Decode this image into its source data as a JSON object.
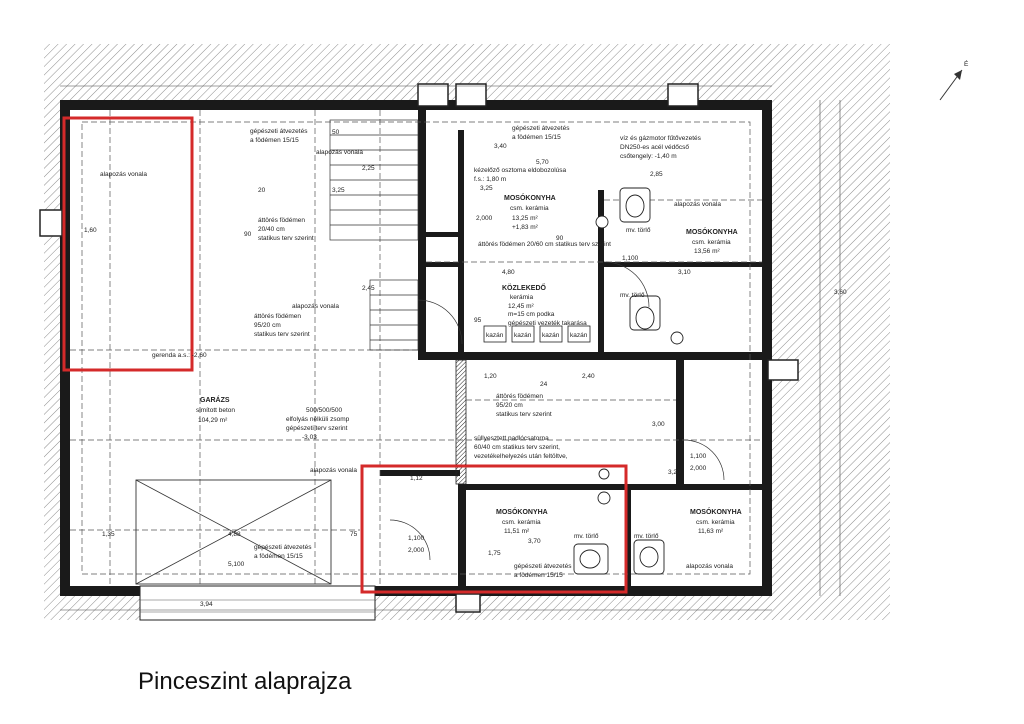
{
  "caption": "Pinceszint alaprajza",
  "colors": {
    "highlight": "#d42a2a",
    "wall": "#111111",
    "hatch": "#9a9a9a",
    "line": "#333333"
  },
  "rooms": {
    "garage": {
      "name": "GARÁZS",
      "finish": "simított beton",
      "area": "104,29 m²"
    },
    "laundry1": {
      "name": "MOSÓKONYHA",
      "finish": "csm. kerámia",
      "area": "13,25 m²",
      "extra": "+1,83 m²"
    },
    "laundry2": {
      "name": "MOSÓKONYHA",
      "finish": "csm. kerámia",
      "area": "13,56 m²"
    },
    "corridor": {
      "name": "KÖZLEKEDŐ",
      "finish": "kerámia",
      "area": "12,45 m²"
    },
    "laundry3": {
      "name": "MOSÓKONYHA",
      "finish": "csm. kerámia",
      "area": "11,51 m²"
    },
    "laundry4": {
      "name": "MOSÓKONYHA",
      "finish": "csm. kerámia",
      "area": "11,63 m²"
    }
  },
  "notes": {
    "alap1": "alapozás vonala",
    "alap2": "alapozás vonala",
    "alap3": "alapozás vonala",
    "alap4": "alapozás vonala",
    "alap5": "alapozás vonala",
    "alap6": "alapozás vonala",
    "atv1": "gépészeti átvezetés",
    "atv1b": "a födémen 15/15",
    "atv2": "gépészeti átvezetés",
    "atv2b": "a födémen 15/15",
    "atv3": "gépészeti átvezetés",
    "atv3b": "a födémen 15/15",
    "atv4": "gépészeti átvezetés",
    "atv4b": "a födémen 15/15",
    "atfod1": "áttörés födémen",
    "atfod1b": "20/40 cm",
    "atfod1c": "statikus terv szerint",
    "atfod2": "áttörés födémen",
    "atfod2b": "95/20 cm",
    "atfod2c": "statikus terv szerint",
    "atfod3": "áttörés födémen",
    "atfod3b": "95/20 cm",
    "atfod3c": "statikus terv szerint",
    "atfod4": "áttörés födémen 20/60 cm statikus terv szerint",
    "gerenda": "gerenda a.s.: -2,60",
    "kezelo": "kézelőző osztoma eldobozolúsa",
    "kezelo2": "f.s.: 1,80 m",
    "pod1": "m=15 cm podka",
    "pod2": "gépészeti vezeték takarása",
    "kazan1": "kazán",
    "kazan2": "kazán",
    "kazan3": "kazán",
    "kazan4": "kazán",
    "zsomp1": "500/500/500",
    "zsomp2": "elfolyás nélküli zsomp",
    "zsomp3": "gépészeti terv szerint",
    "zsomp4": "-3,03",
    "sully1": "süllyesztett padlócsatorna",
    "sully2": "60/40 cm statikus terv szerint,",
    "sully3": "vezetékelhelyezés után feltöltve,",
    "viz1": "víz és gázmotor fűtővezetés",
    "viz2": "DN250-es acél védőcső",
    "viz3": "csőtengely: -1,40 m",
    "torlo1": "mv. törlő",
    "torlo2": "mv. törlő",
    "torlo3": "mv. törlő",
    "torlo4": "mv. törlő",
    "north": "É"
  },
  "dims": {
    "d1": "3,25",
    "d2": "3,25",
    "d3": "5,70",
    "d4": "3,40",
    "d5": "4,80",
    "d6": "3,10",
    "d7": "1,35",
    "d8": "4,88",
    "d9": "3,70",
    "d10": "1,75",
    "d11": "5,100",
    "d12": "3,94",
    "d13": "2,25",
    "d14": "2,45",
    "d15": "1,60",
    "d16": "3,60",
    "d17": "3,00",
    "d18": "2,000",
    "d19": "1,100",
    "d20": "1,100",
    "d21": "2,000",
    "d22": "1,20",
    "d23": "2,40",
    "d24": "3,20",
    "d25": "1,100",
    "d26": "2,000",
    "d27": "90",
    "d28": "90",
    "d29": "95",
    "d30": "75",
    "d31": "20",
    "d32": "50",
    "d33": "24",
    "d34": "1,12",
    "d35": "2,85"
  }
}
